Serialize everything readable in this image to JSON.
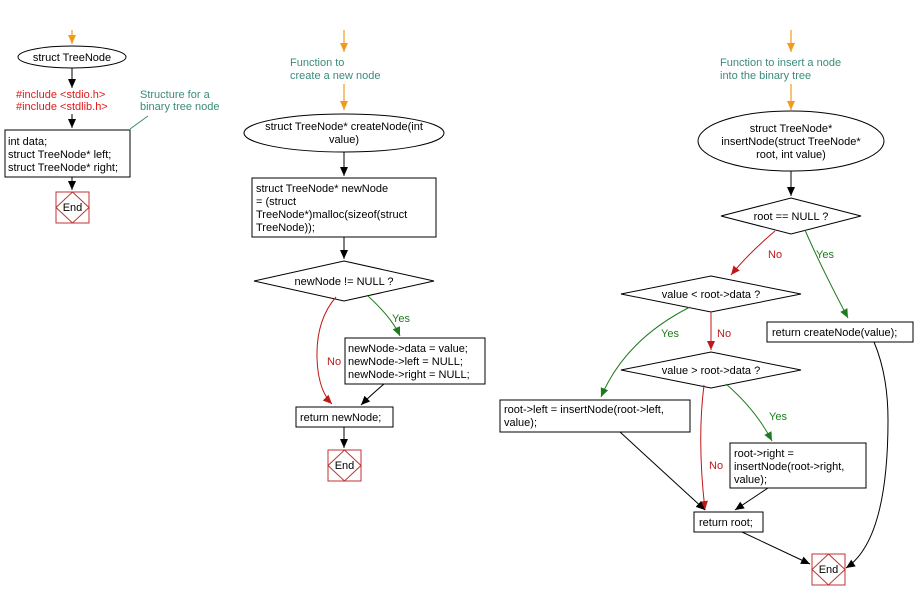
{
  "colors": {
    "line": "#000000",
    "no_branch": "#c01818",
    "yes_branch": "#1e7a1e",
    "entry_arrow": "#f29b1b",
    "comment_text": "#3a8b7a",
    "include_text": "#e0191b",
    "end_border": "#c23030"
  },
  "struct_chart": {
    "start_label": "struct TreeNode",
    "includes": [
      "#include <stdio.h>",
      "#include <stdlib.h>"
    ],
    "comment": [
      "Structure for a",
      "binary tree node"
    ],
    "body": [
      "int data;",
      "struct TreeNode* left;",
      "struct TreeNode* right;"
    ],
    "end_label": "End"
  },
  "create_chart": {
    "comment": [
      "Function to",
      "create a new node"
    ],
    "start_label": [
      "struct TreeNode* createNode(int",
      "value)"
    ],
    "alloc": [
      "struct TreeNode* newNode",
      "= (struct",
      "TreeNode*)malloc(sizeof(struct",
      "TreeNode));"
    ],
    "decision": "newNode != NULL ?",
    "yes_label": "Yes",
    "no_label": "No",
    "assign": [
      "newNode->data = value;",
      "newNode->left = NULL;",
      "newNode->right = NULL;"
    ],
    "return": "return newNode;",
    "end_label": "End"
  },
  "insert_chart": {
    "comment": [
      "Function to insert a node",
      "into the binary tree"
    ],
    "start_label": [
      "struct TreeNode*",
      "insertNode(struct TreeNode*",
      "root, int value)"
    ],
    "decision_root": "root == NULL ?",
    "decision_less": "value < root->data ?",
    "decision_greater": "value > root->data ?",
    "yes_label": "Yes",
    "no_label": "No",
    "return_create": "return createNode(value);",
    "left_assign": [
      "root->left = insertNode(root->left,",
      "value);"
    ],
    "right_assign": [
      "root->right =",
      "insertNode(root->right,",
      "value);"
    ],
    "return_root": "return root;",
    "end_label": "End"
  }
}
